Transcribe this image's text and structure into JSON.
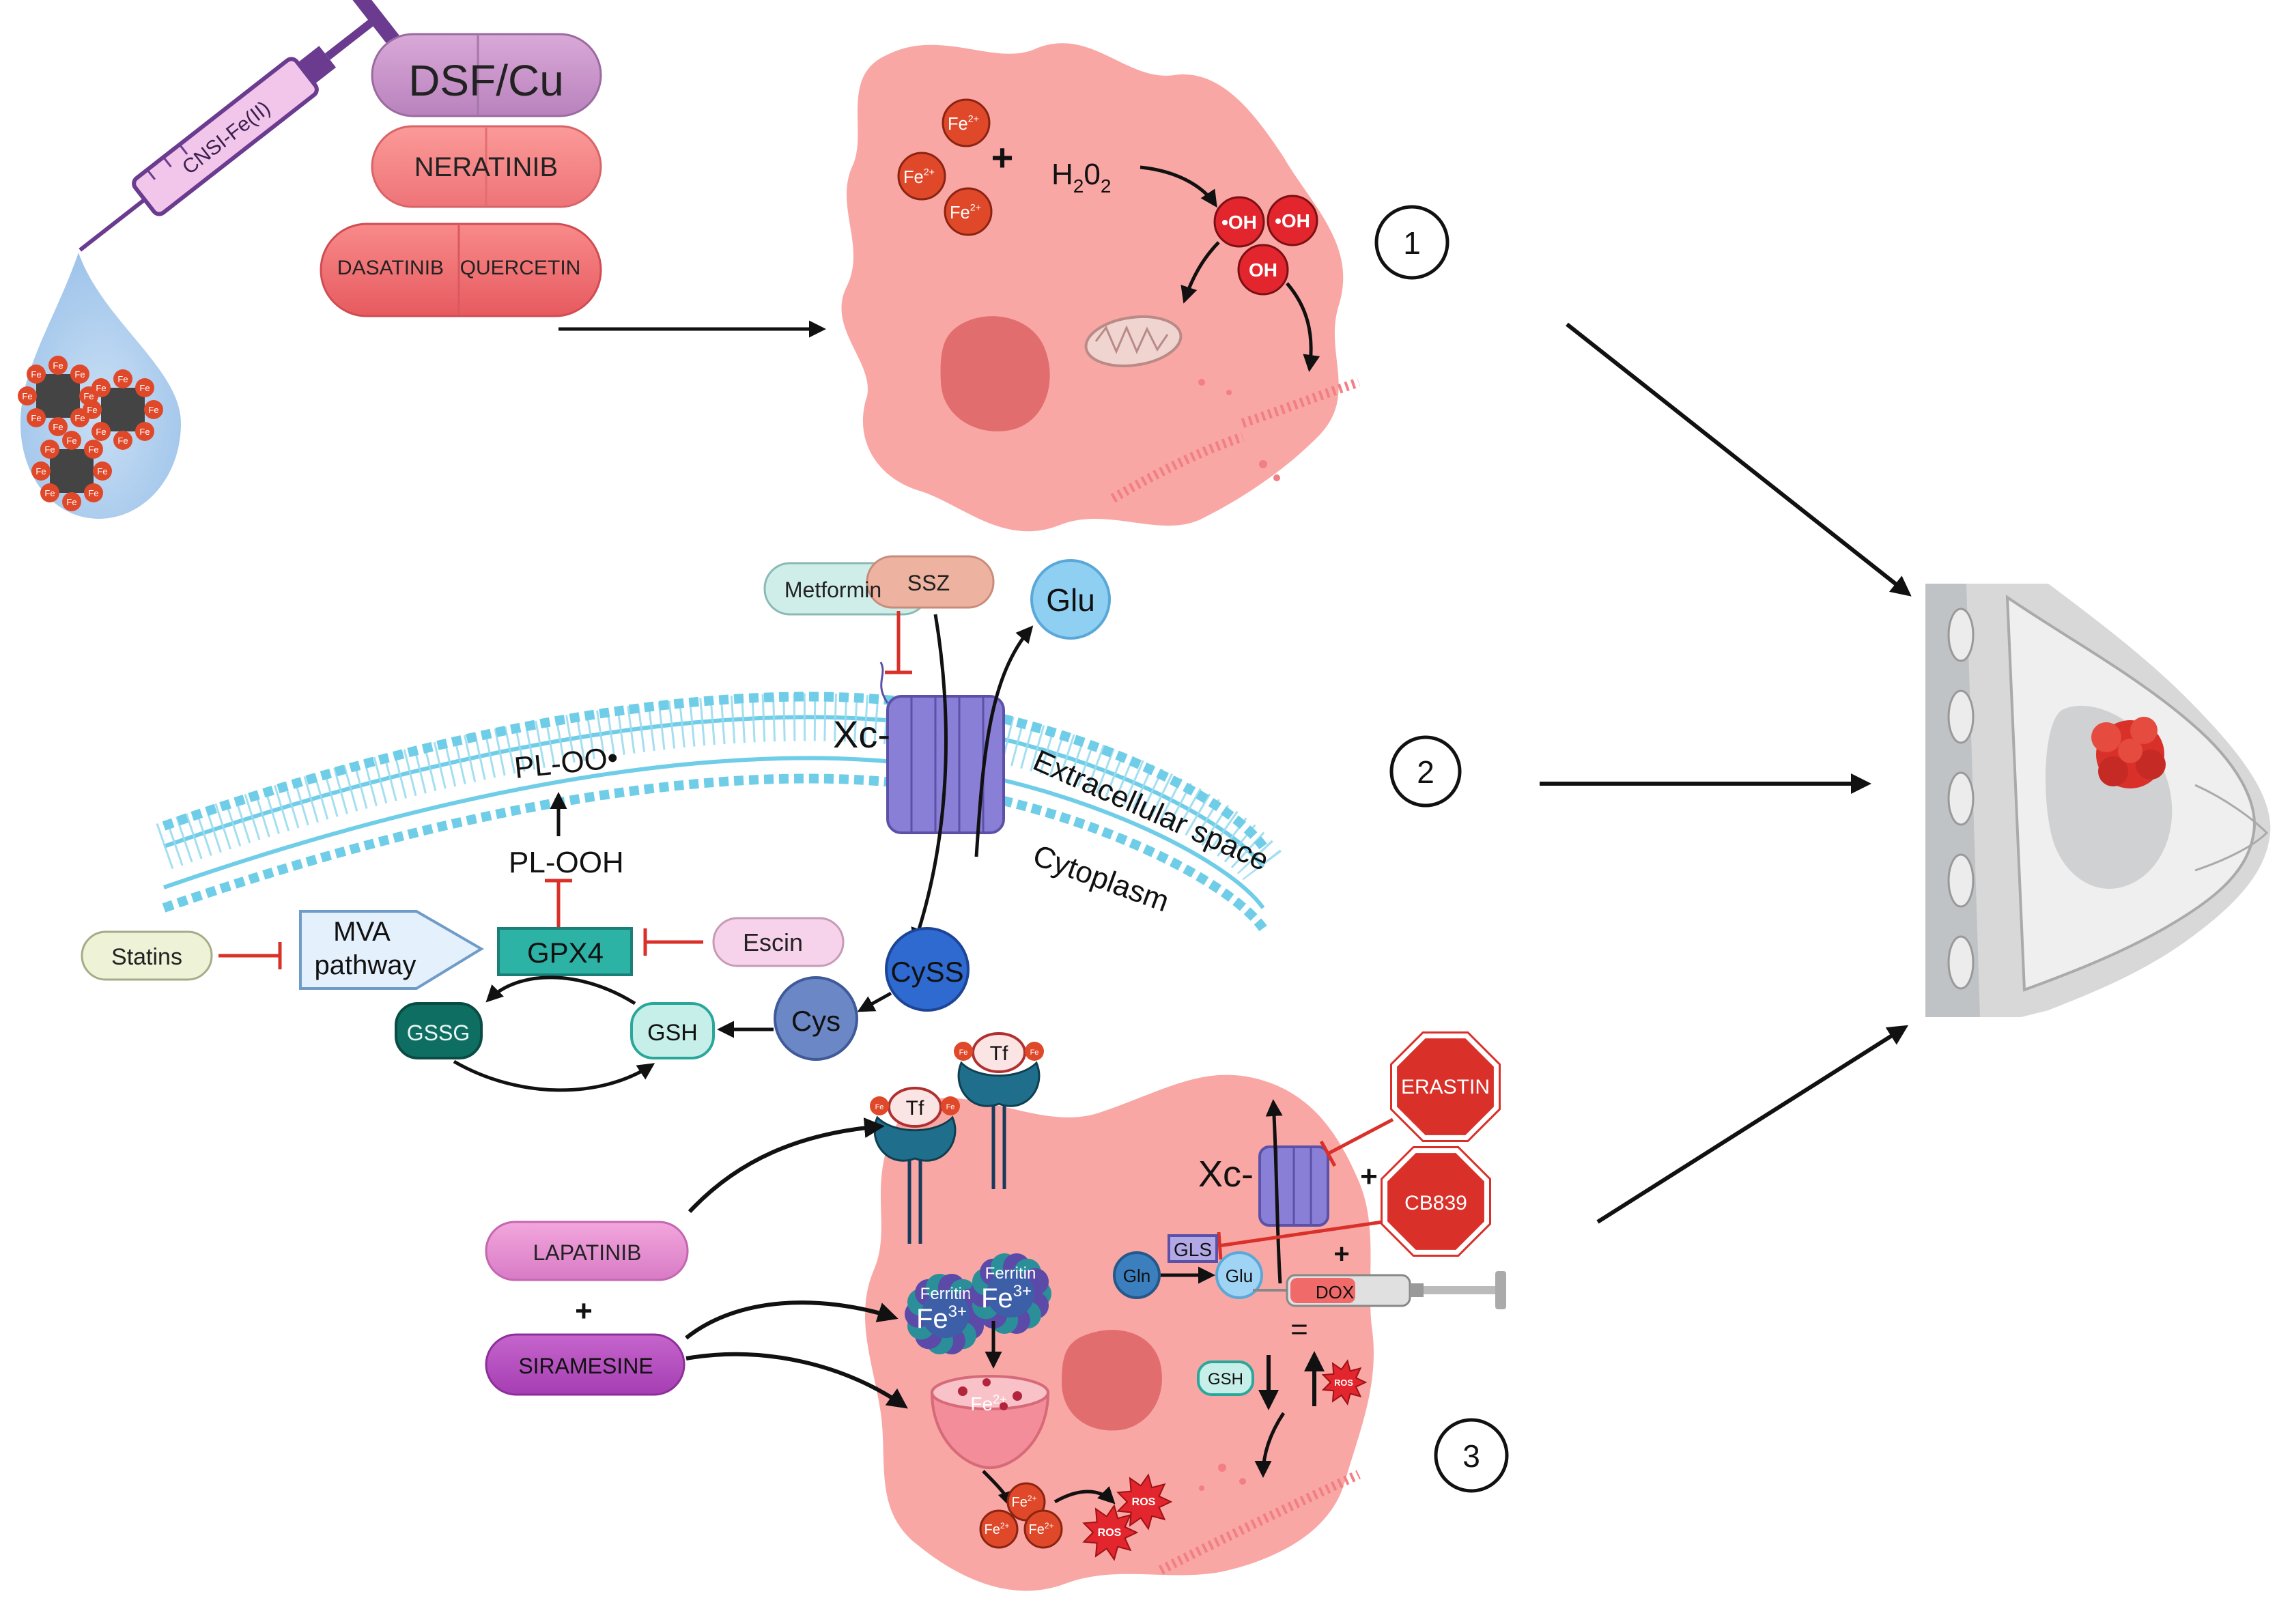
{
  "syringe_top": {
    "label": "CNSI-Fe(II)"
  },
  "drugs_panel1": {
    "dsf_cu": "DSF/Cu",
    "neratinib": "NERATINIB",
    "dasatinib": "DASATINIB",
    "quercetin": "QUERCETIN"
  },
  "panel1": {
    "fe_label": "Fe",
    "fe_charge": "2+",
    "plus": "+",
    "h2o2_h": "H",
    "h2o2_2a": "2",
    "h2o2_o": "0",
    "h2o2_2b": "2",
    "oh": "•OH",
    "oh_plain": "OH",
    "number": "1"
  },
  "panel2": {
    "metformin": "Metformin",
    "ssz": "SSZ",
    "glu": "Glu",
    "xc": "Xc-",
    "pl_oo": "PL-OO•",
    "pl_ooh": "PL-OOH",
    "extracellular": "Extracellular space",
    "cytoplasm": "Cytoplasm",
    "statins": "Statins",
    "mva_line1": "MVA",
    "mva_line2": "pathway",
    "gpx4": "GPX4",
    "escin": "Escin",
    "cyss": "CySS",
    "cys": "Cys",
    "gsh": "GSH",
    "gssg": "GSSG",
    "number": "2"
  },
  "panel3": {
    "tf": "Tf",
    "fe_small": "Fe",
    "lapatinib": "LAPATINIB",
    "plus": "+",
    "siramesine": "SIRAMESINE",
    "ferritin": "Ferritin",
    "fe3": "Fe",
    "fe3_charge": "3+",
    "fe2_charge": "2+",
    "xc": "Xc-",
    "erastin": "ERASTIN",
    "cb839": "CB839",
    "gls": "GLS",
    "gln": "Gln",
    "glu": "Glu",
    "dox": "DOX",
    "equals": "=",
    "gsh": "GSH",
    "ros": "ROS",
    "number": "3"
  },
  "colors": {
    "cell": "#f9a7a4",
    "nucleus": "#e26d6f",
    "membrane": "#7fd3ec",
    "transporter": "#8a7fd6",
    "iron": "#e0482a",
    "inhibitor": "#d9302a",
    "gpx4": "#2db3a6",
    "octagon": "#d9302a"
  }
}
